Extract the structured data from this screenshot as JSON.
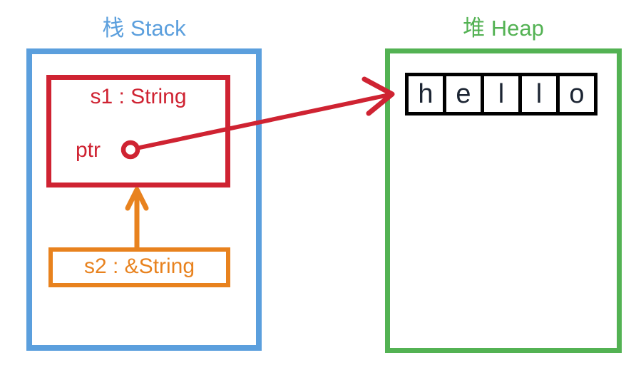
{
  "diagram": {
    "stack": {
      "title": "栈 Stack",
      "s1": {
        "label": "s1 : String",
        "ptr_label": "ptr"
      },
      "s2": {
        "label": "s2 : &String"
      }
    },
    "heap": {
      "title": "堆 Heap",
      "string_cells": [
        "h",
        "e",
        "l",
        "l",
        "o"
      ]
    },
    "colors": {
      "stack_blue": "#5b9fdd",
      "heap_green": "#53b253",
      "s1_red": "#cf2332",
      "s2_orange": "#e8821e",
      "cell_frame": "#000000",
      "cell_text": "#1c2533"
    }
  }
}
